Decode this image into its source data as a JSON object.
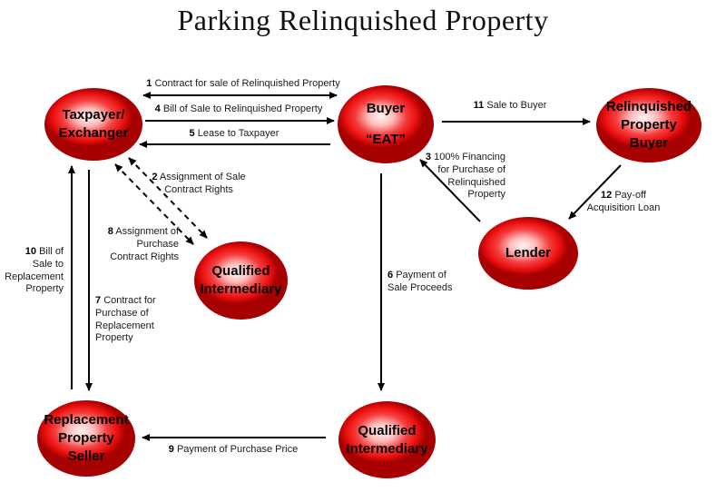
{
  "title": "Parking Relinquished Property",
  "nodes": {
    "taxpayer": {
      "label": "Taxpayer/\nExchanger"
    },
    "buyer": {
      "label": "Buyer\n“EAT”"
    },
    "rel_prop_buyer": {
      "label": "Relinquished\nProperty\nBuyer"
    },
    "lender": {
      "label": "Lender"
    },
    "qi_mid": {
      "label": "Qualified\nIntermediary"
    },
    "qi_bottom": {
      "label": "Qualified\nIntermediary"
    },
    "seller": {
      "label": "Replacement\nProperty\nSeller"
    }
  },
  "edges": {
    "e1": {
      "num": "1",
      "text": "Contract for sale of Relinquished Property"
    },
    "e2": {
      "num": "2",
      "text": "Assignment of Sale\nContract Rights"
    },
    "e3": {
      "num": "3",
      "text": "100% Financing\nfor Purchase of\nRelinquished\nProperty"
    },
    "e4": {
      "num": "4",
      "text": "Bill of Sale to Relinquished Property"
    },
    "e5": {
      "num": "5",
      "text": "Lease to Taxpayer"
    },
    "e6": {
      "num": "6",
      "text": "Payment of\nSale Proceeds"
    },
    "e7": {
      "num": "7",
      "text": "Contract for\nPurchase of\nReplacement\nProperty"
    },
    "e8": {
      "num": "8",
      "text": "Assignment of\nPurchase\nContract Rights"
    },
    "e9": {
      "num": "9",
      "text": "Payment of Purchase Price"
    },
    "e10": {
      "num": "10",
      "text": "Bill of\nSale to\nReplacement\nProperty"
    },
    "e11": {
      "num": "11",
      "text": "Sale to Buyer"
    },
    "e12": {
      "num": "12",
      "text": "Pay-off\nAcquisition Loan"
    }
  },
  "colors": {
    "node_highlight": "#fff6f6",
    "node_fill": "#ee1111",
    "node_rim": "#a60000",
    "arrow": "#000000",
    "text": "#000000"
  }
}
